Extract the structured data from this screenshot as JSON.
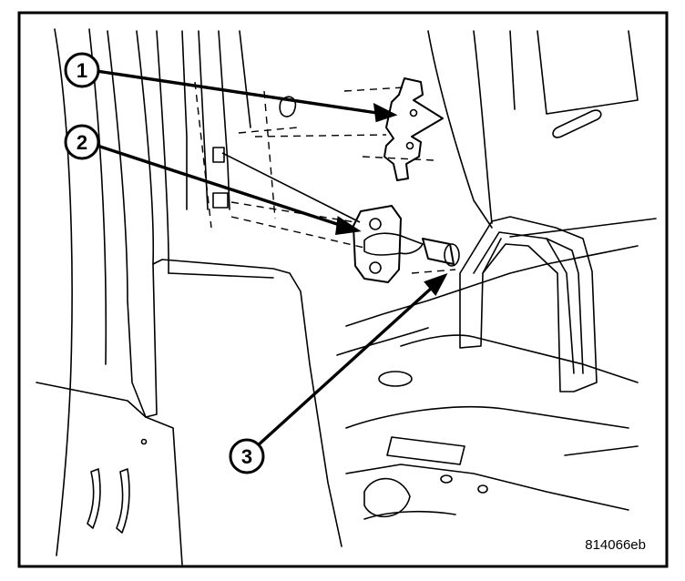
{
  "figure": {
    "id": "814066eb",
    "callouts": [
      {
        "number": "1",
        "part": "striker-plate"
      },
      {
        "number": "2",
        "part": "striker"
      },
      {
        "number": "3",
        "part": "striker-bolt"
      }
    ]
  }
}
